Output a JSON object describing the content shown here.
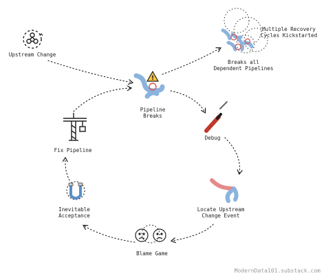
{
  "diagram": {
    "nodes": {
      "upstream_change": "Upstream Change",
      "pipeline_breaks": [
        "Pipeline",
        "Breaks"
      ],
      "debug": "Debug",
      "locate_event": [
        "Locate Upstream",
        "Change Event"
      ],
      "blame_game": "Blame Game",
      "acceptance": [
        "Inevitable",
        "Acceptance"
      ],
      "fix_pipeline": "Fix Pipeline",
      "multiple_recovery": [
        "Multiple Recovery",
        "Cycles Kickstarted"
      ],
      "breaks_all": [
        "Breaks all",
        "Dependent Pipelines"
      ]
    },
    "watermark": "ModernData101.substack.com"
  },
  "colors": {
    "pipe_blue": "#8ab4de",
    "pipe_pink": "#e58a8a",
    "ink": "#1e1e1e",
    "warning_yellow": "#f5c542",
    "tool_red": "#c0392b"
  },
  "icons": [
    "network-icon",
    "warning-icon",
    "pipe-knot-icon",
    "screwdriver-icon",
    "magnet-icon",
    "crane-icon",
    "frown-face-icon"
  ]
}
